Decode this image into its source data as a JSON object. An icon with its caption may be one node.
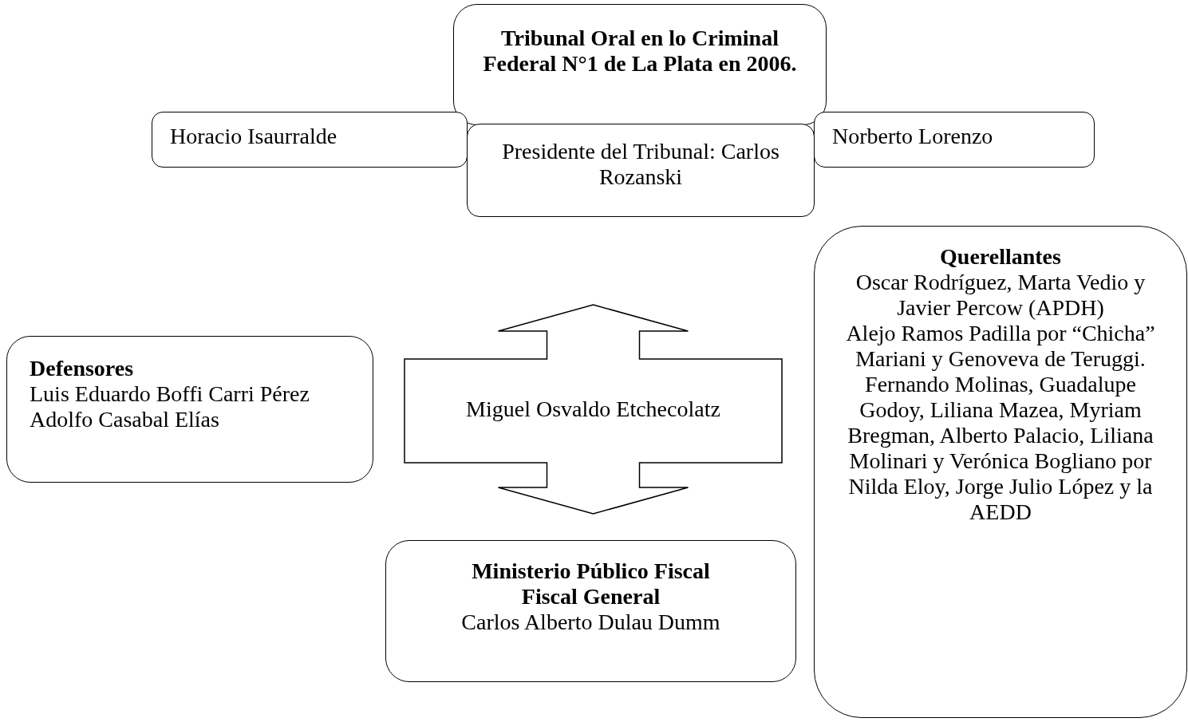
{
  "diagram": {
    "nodes": [
      {
        "text": [
          "Tribunal Oral en lo Criminal Federal N°1 de La Plata en 2006."
        ]
      },
      {
        "text": [
          "Horacio Isaurralde"
        ]
      },
      {
        "text": [
          "Presidente del Tribunal: Carlos Rozanski"
        ]
      },
      {
        "text": [
          "Norberto Lorenzo"
        ]
      },
      {
        "text": [
          "Defensores",
          "Luis Eduardo Boffi Carri Pérez",
          "Adolfo Casabal Elías"
        ]
      },
      {
        "text": [
          "Miguel Osvaldo Etchecolatz"
        ]
      },
      {
        "text": [
          "Ministerio Público Fiscal",
          "Fiscal General",
          "Carlos Alberto Dulau Dumm"
        ]
      },
      {
        "text": [
          "Querellantes",
          "Oscar Rodríguez, Marta Vedio y Javier Percow (APDH)",
          "Alejo Ramos Padilla por “Chicha” Mariani y Genoveva de Teruggi.",
          "Fernando Molinas, Guadalupe Godoy, Liliana Mazea, Myriam Bregman, Alberto Palacio, Liliana Molinari y Verónica Bogliano por Nilda Eloy, Jorge Julio López y la AEDD"
        ]
      }
    ]
  }
}
